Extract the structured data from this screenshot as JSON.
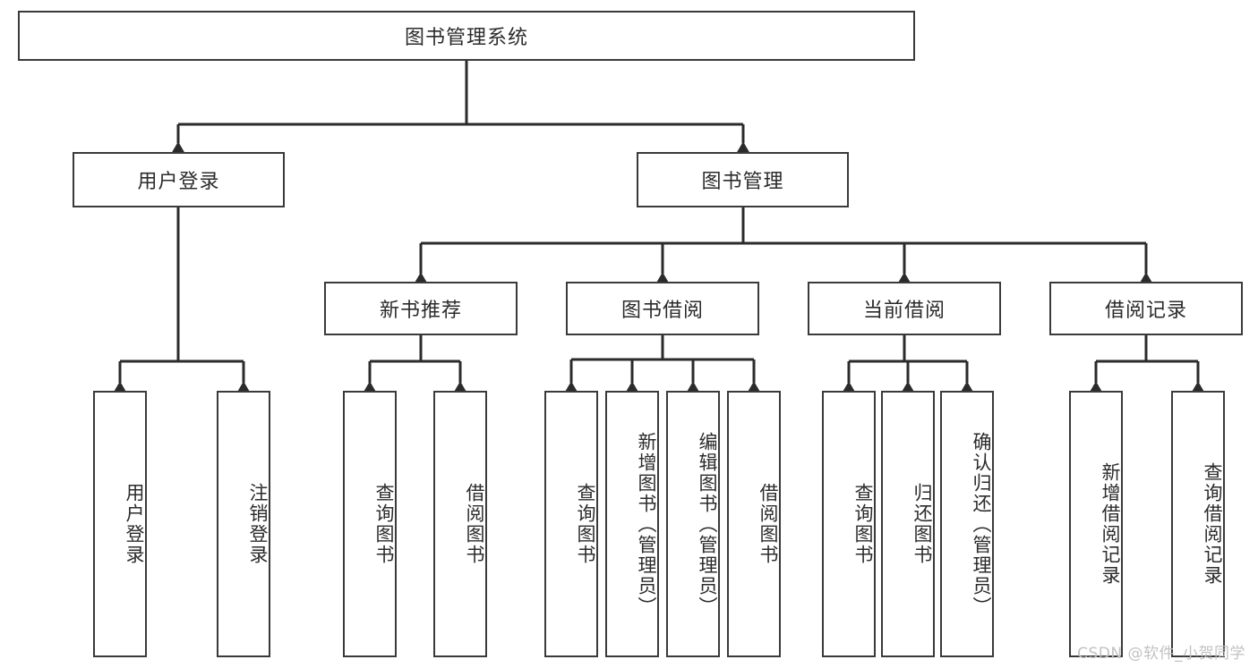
{
  "diagram": {
    "type": "tree",
    "title": "图书管理系统",
    "watermark": "CSDN @软件_小贺同学",
    "colors": {
      "box_border": "#3a3a3a",
      "box_fill": "#ffffff",
      "edge": "#2b2b2b",
      "text": "#2b2b2b",
      "watermark": "#c2c2c2",
      "background": "#ffffff"
    },
    "root": {
      "label": "图书管理系统"
    },
    "level1": [
      {
        "label": "用户登录"
      },
      {
        "label": "图书管理"
      }
    ],
    "level2": [
      {
        "label": "新书推荐"
      },
      {
        "label": "图书借阅"
      },
      {
        "label": "当前借阅"
      },
      {
        "label": "借阅记录"
      }
    ],
    "leaves": {
      "user_login": [
        {
          "label": "用户登录"
        },
        {
          "label": "注销登录"
        }
      ],
      "new_book_recommend": [
        {
          "label": "查询图书"
        },
        {
          "label": "借阅图书"
        }
      ],
      "book_borrow": [
        {
          "label": "查询图书"
        },
        {
          "label": "新增图书（管理员）"
        },
        {
          "label": "编辑图书（管理员）"
        },
        {
          "label": "借阅图书"
        }
      ],
      "current_borrow": [
        {
          "label": "查询图书"
        },
        {
          "label": "归还图书"
        },
        {
          "label": "确认归还（管理员）"
        }
      ],
      "borrow_record": [
        {
          "label": "新增借阅记录"
        },
        {
          "label": "查询借阅记录"
        }
      ]
    }
  }
}
